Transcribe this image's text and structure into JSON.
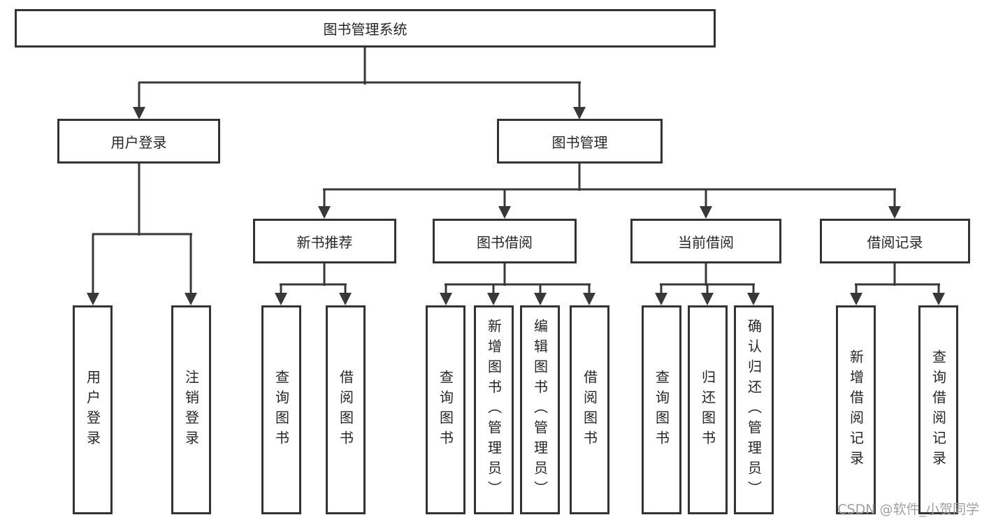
{
  "diagram": {
    "root": {
      "label": "图书管理系统"
    },
    "level2": [
      {
        "label": "用户登录"
      },
      {
        "label": "图书管理"
      }
    ],
    "level3": [
      {
        "label": "新书推荐",
        "parent": "图书管理"
      },
      {
        "label": "图书借阅",
        "parent": "图书管理"
      },
      {
        "label": "当前借阅",
        "parent": "图书管理"
      },
      {
        "label": "借阅记录",
        "parent": "图书管理"
      }
    ],
    "leaves": [
      {
        "label": "用户登录",
        "parent": "用户登录"
      },
      {
        "label": "注销登录",
        "parent": "用户登录"
      },
      {
        "label": "查询图书",
        "parent": "新书推荐"
      },
      {
        "label": "借阅图书",
        "parent": "新书推荐"
      },
      {
        "label": "查询图书",
        "parent": "图书借阅"
      },
      {
        "label": "新增图书（管理员）",
        "parent": "图书借阅"
      },
      {
        "label": "编辑图书（管理员）",
        "parent": "图书借阅"
      },
      {
        "label": "借阅图书",
        "parent": "图书借阅"
      },
      {
        "label": "查询图书",
        "parent": "当前借阅"
      },
      {
        "label": "归还图书",
        "parent": "当前借阅"
      },
      {
        "label": "确认归还（管理员）",
        "parent": "当前借阅"
      },
      {
        "label": "新增借阅记录",
        "parent": "借阅记录"
      },
      {
        "label": "查询借阅记录",
        "parent": "借阅记录"
      }
    ]
  },
  "watermark": "CSDN @软件_小贺同学",
  "colors": {
    "line": "#383838",
    "text": "#262626",
    "background": "#ffffff",
    "watermark": "#9f9f9f"
  }
}
